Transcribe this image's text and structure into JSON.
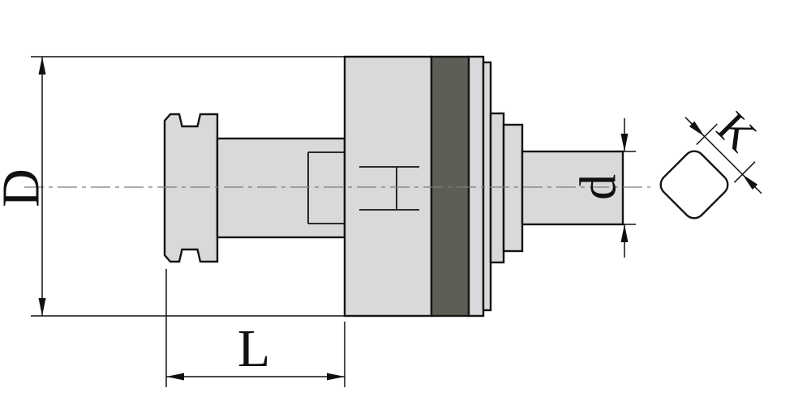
{
  "drawing": {
    "labels": {
      "D": "D",
      "L": "L",
      "d": "d",
      "K": "K"
    },
    "colors": {
      "background": "#ffffff",
      "body_fill": "#d9d9d9",
      "dark_ring_fill": "#5d5f56",
      "outline": "#141414",
      "dimension": "#111111",
      "centerline": "#7d7d7d",
      "end_view_fill": "#ffffff"
    }
  }
}
